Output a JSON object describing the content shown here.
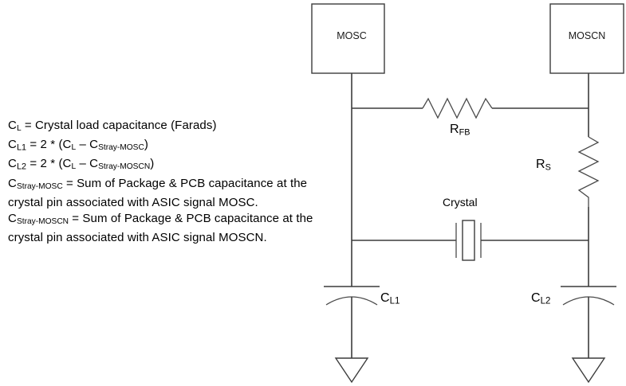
{
  "diagram": {
    "title": "Crystal oscillator load capacitance circuit",
    "background_color": "#ffffff",
    "line_color": "#3c3c3c"
  },
  "notes": {
    "lines": [
      {
        "id": "cl-definition",
        "text": "CL = Crystal load capacitance (Farads)",
        "parts": [
          {
            "t": "C"
          },
          {
            "sub": "L"
          },
          {
            "t": " = Crystal load capacitance (Farads)"
          }
        ]
      },
      {
        "id": "cl1-formula",
        "text": "CL1 = 2 * (CL – CStray-MOSC)",
        "parts": [
          {
            "t": "C"
          },
          {
            "subnum": "L1"
          },
          {
            "t": " = 2 * (C"
          },
          {
            "sub": "L"
          },
          {
            "t": " – C"
          },
          {
            "subsc": "Stray-MOSC"
          },
          {
            "t": ")"
          }
        ]
      },
      {
        "id": "cl2-formula",
        "text": "CL2 = 2 * (CL – CStray-MOSCN)",
        "parts": [
          {
            "t": "C"
          },
          {
            "subnum": "L2"
          },
          {
            "t": " = 2 * (C"
          },
          {
            "sub": "L"
          },
          {
            "t": " – C"
          },
          {
            "subsc": "Stray-MOSCN"
          },
          {
            "t": ")"
          }
        ]
      },
      {
        "id": "cstray-mosc-definition",
        "text": "CStray-MOSC = Sum of Package & PCB capacitance at the crystal pin associated with ASIC signal MOSC.",
        "parts": [
          {
            "t": "C"
          },
          {
            "subsc": "Stray-MOSC"
          },
          {
            "t": " = Sum of Package & PCB capacitance at the crystal pin associated with ASIC signal MOSC."
          }
        ]
      },
      {
        "id": "cstray-moscn-definition",
        "text": "CStray-MOSCN = Sum of Package & PCB capacitance at the crystal pin associated with ASIC signal MOSCN.",
        "parts": [
          {
            "t": "C"
          },
          {
            "subsc": "Stray-MOSCN"
          },
          {
            "t": " = Sum of Package & PCB capacitance at the crystal pin associated with ASIC signal MOSCN."
          }
        ]
      }
    ]
  },
  "circuit": {
    "blocks": [
      {
        "id": "mosc",
        "label": "MOSC"
      },
      {
        "id": "moscn",
        "label": "MOSCN"
      }
    ],
    "components": [
      {
        "id": "rfb",
        "label": "RFB",
        "base": "R",
        "sub": "FB",
        "type": "resistor",
        "orientation": "horizontal"
      },
      {
        "id": "rs",
        "label": "RS",
        "base": "R",
        "sub": "S",
        "type": "resistor",
        "orientation": "vertical"
      },
      {
        "id": "crystal",
        "label": "Crystal",
        "base": "",
        "sub": "",
        "type": "crystal",
        "orientation": "horizontal"
      },
      {
        "id": "cl1",
        "label": "CL1",
        "base": "C",
        "sub": "L1",
        "type": "capacitor",
        "orientation": "vertical"
      },
      {
        "id": "cl2",
        "label": "CL2",
        "base": "C",
        "sub": "L2",
        "type": "capacitor",
        "orientation": "vertical"
      }
    ],
    "grounds": [
      {
        "id": "gnd-left",
        "symbol": "ground-triangle"
      },
      {
        "id": "gnd-right",
        "symbol": "ground-triangle"
      }
    ]
  }
}
